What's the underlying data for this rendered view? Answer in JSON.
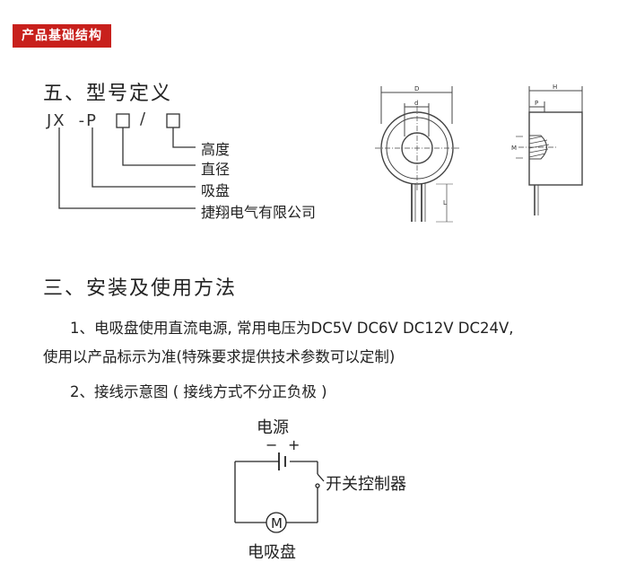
{
  "section_tag": "产品基础结构",
  "model": {
    "heading": "五、型号定义",
    "code_prefix": "JX",
    "code_dash": "-",
    "code_p": "P",
    "code_slash": "/",
    "labels": [
      "高度",
      "直径",
      "吸盘",
      "捷翔电气有限公司"
    ]
  },
  "drawing": {
    "front_labels": [
      "D",
      "d",
      "L"
    ],
    "side_labels": [
      "H",
      "P",
      "M"
    ]
  },
  "install": {
    "heading": "三、安装及使用方法",
    "line1": "1、电吸盘使用直流电源, 常用电压为DC5V DC6V DC12V DC24V,",
    "line2": "使用以产品标示为准(特殊要求提供技术参数可以定制)",
    "line3": "2、接线示意图 ( 接线方式不分正负极 )"
  },
  "wiring": {
    "power_label": "电源",
    "minus": "−",
    "plus": "+",
    "switch_label": "开关控制器",
    "motor_symbol": "M",
    "sucker_label": "电吸盘"
  }
}
